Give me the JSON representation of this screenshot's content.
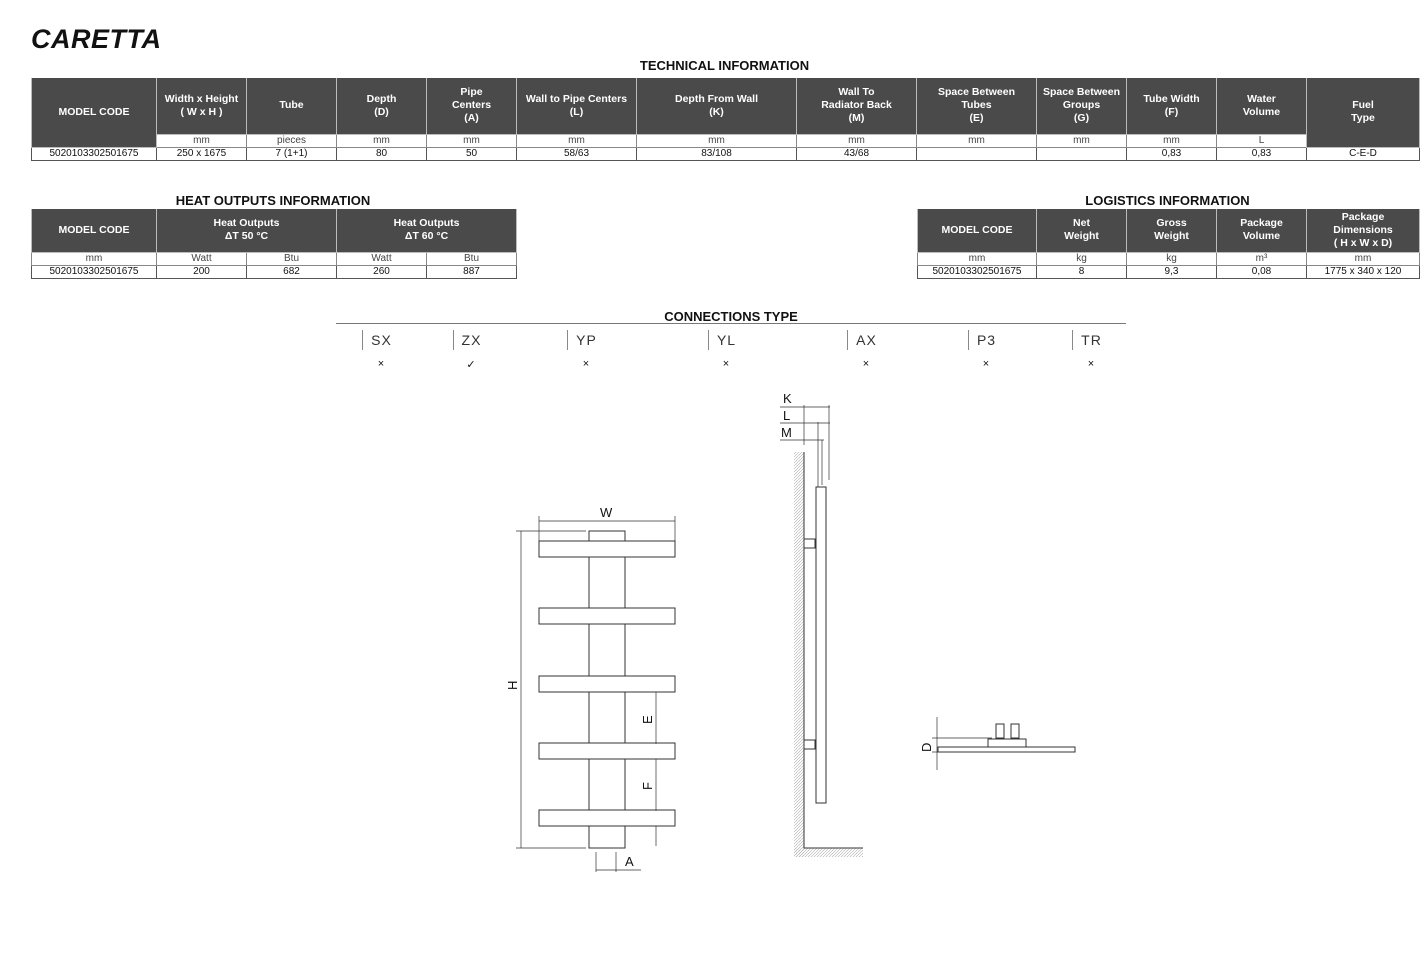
{
  "title": "CARETTA",
  "technical": {
    "heading": "TECHNICAL INFORMATION",
    "headers": [
      "MODEL CODE",
      "Width x Height\n( W x H )",
      "Tube",
      "Depth\n(D)",
      "Pipe\nCenters\n(A)",
      "Wall to Pipe Centers\n(L)",
      "Depth From Wall\n(K)",
      "Wall To\nRadiator Back\n(M)",
      "Space Between\nTubes\n(E)",
      "Space Between\nGroups\n(G)",
      "Tube Width\n(F)",
      "Water\nVolume",
      "Fuel\nType"
    ],
    "units": [
      "mm",
      "pieces",
      "mm",
      "mm",
      "mm",
      "mm",
      "mm",
      "mm",
      "mm",
      "mm",
      "L"
    ],
    "row": [
      "5020103302501675",
      "250 x 1675",
      "7 (1+1)",
      "80",
      "50",
      "58/63",
      "83/108",
      "43/68",
      "",
      "",
      "0,83",
      "0,83",
      "C-E-D"
    ]
  },
  "heat": {
    "heading": "HEAT OUTPUTS INFORMATION",
    "model_header": "MODEL CODE",
    "groups": [
      "Heat Outputs\nΔT  50 °C",
      "Heat Outputs\nΔT  60 °C"
    ],
    "units": [
      "mm",
      "Watt",
      "Btu",
      "Watt",
      "Btu"
    ],
    "row": [
      "5020103302501675",
      "200",
      "682",
      "260",
      "887"
    ]
  },
  "logistics": {
    "heading": "LOGISTICS INFORMATION",
    "headers": [
      "MODEL CODE",
      "Net\nWeight",
      "Gross\nWeight",
      "Package\nVolume",
      "Package\nDimensions\n( H x W x D)"
    ],
    "units": [
      "mm",
      "kg",
      "kg",
      "m³",
      "mm"
    ],
    "row": [
      "5020103302501675",
      "8",
      "9,3",
      "0,08",
      "1775 x 340 x 120"
    ]
  },
  "connections": {
    "heading": "CONNECTIONS TYPE",
    "items": [
      {
        "code": "SX",
        "mark": "×"
      },
      {
        "code": "ZX",
        "mark": "✓"
      },
      {
        "code": "YP",
        "mark": "×"
      },
      {
        "code": "YL",
        "mark": "×"
      },
      {
        "code": "AX",
        "mark": "×"
      },
      {
        "code": "P3",
        "mark": "×"
      },
      {
        "code": "TR",
        "mark": "×"
      }
    ]
  },
  "drawing_labels": {
    "W": "W",
    "H": "H",
    "E": "E",
    "F": "F",
    "A": "A",
    "K": "K",
    "L": "L",
    "M": "M",
    "D": "D"
  }
}
